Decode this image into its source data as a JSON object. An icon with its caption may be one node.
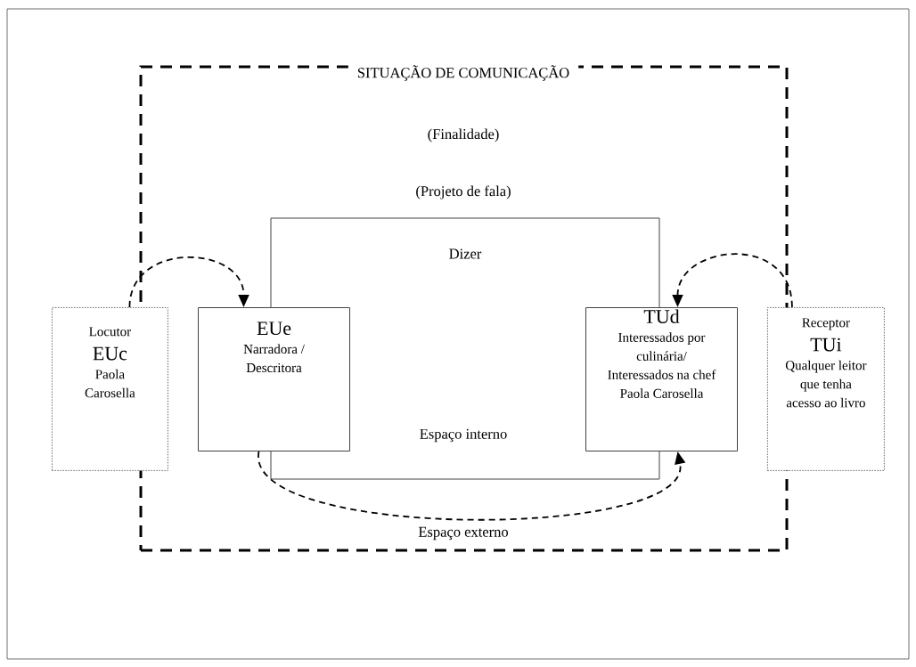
{
  "diagram": {
    "nodes": [
      {
        "text": [
          "SITUAÇÃO  DE COMUNICAÇÃO",
          "(Finalidade)",
          "(Projeto de fala)",
          "Espaço externo"
        ]
      },
      {
        "text": [
          "Dizer",
          "Espaço interno"
        ],
        "in": 0
      },
      {
        "text": [
          "Locutor",
          "EUc",
          "Paola Carosella"
        ]
      },
      {
        "text": [
          "EUe",
          "Narradora / Descritora"
        ],
        "in": 0
      },
      {
        "text": [
          "TUd",
          "Interessados por culinária/ Interessados na chef Paola Carosella"
        ],
        "in": 0
      },
      {
        "text": [
          "Receptor",
          "TUi",
          "Qualquer leitor que tenha acesso ao livro"
        ]
      }
    ],
    "edges": [
      {
        "from": 2,
        "to": 3,
        "arrow": "to",
        "style": "dashed"
      },
      {
        "from": 3,
        "to": 4,
        "arrow": "to",
        "style": "dashed"
      },
      {
        "from": 5,
        "to": 4,
        "arrow": "to",
        "style": "dashed"
      }
    ]
  }
}
